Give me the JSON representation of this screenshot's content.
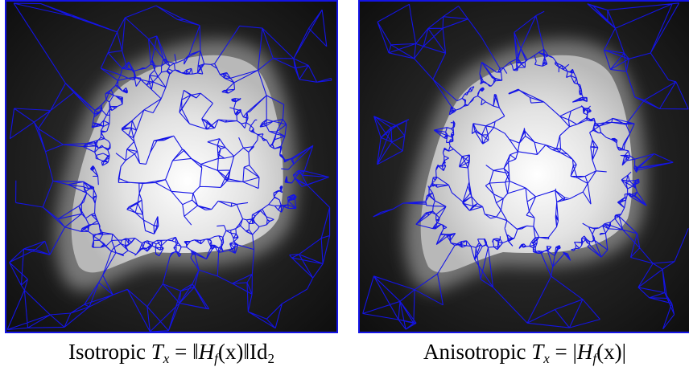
{
  "figure": {
    "mesh_color": "#1414e6",
    "panels": [
      {
        "id": "isotropic",
        "caption": {
          "label": "Isotropic",
          "T": "T",
          "T_sub": "x",
          "eq": "= ‖",
          "H": "H",
          "H_sub": "f",
          "arg": "(x)",
          "close": "‖",
          "Id": "Id",
          "Id_sub": "2"
        }
      },
      {
        "id": "anisotropic",
        "caption": {
          "label": "Anisotropic",
          "T": "T",
          "T_sub": "x",
          "eq": "= |",
          "H": "H",
          "H_sub": "f",
          "arg": "(x)",
          "close": "|"
        }
      }
    ]
  }
}
